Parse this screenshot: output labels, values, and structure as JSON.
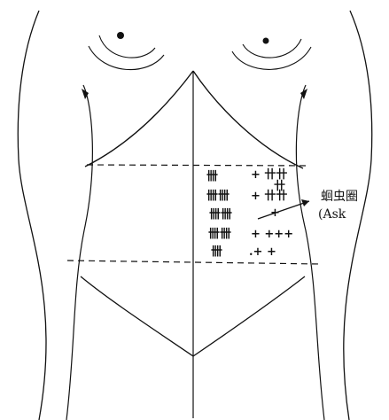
{
  "image": {
    "background": "#ffffff",
    "ink": "#111111"
  },
  "diagram": {
    "label": {
      "line1": "蛔虫圈",
      "line2": "(Ask"
    },
    "marks": {
      "row1_left": "卌",
      "row1_right": "+ 卄卄",
      "row1_right_sub": "卄",
      "row2_left": "卌卌",
      "row2_right": "+ 卄卄",
      "row3_left": "卌卌",
      "row3_right": "+",
      "row4_left": "卌卌",
      "row4_right": "+ +++",
      "row5_left": "卌",
      "row5_right": ".+ +"
    }
  }
}
